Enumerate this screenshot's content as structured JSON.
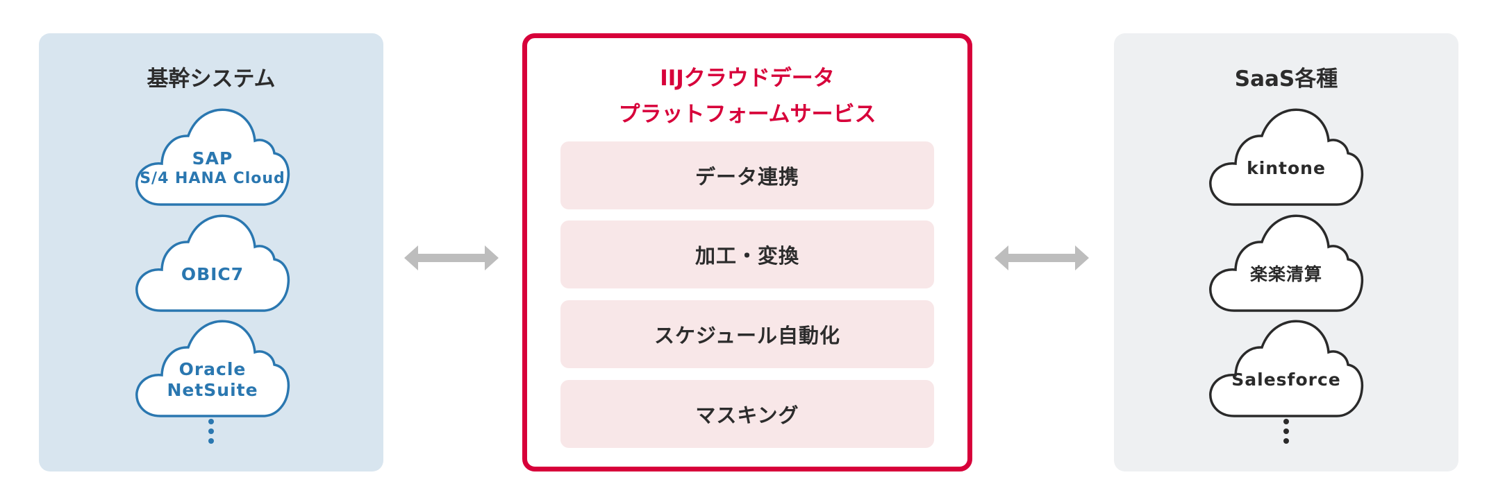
{
  "left": {
    "title": "基幹システム",
    "clouds": [
      {
        "lines": [
          "SAP",
          "S/4 HANA Cloud"
        ]
      },
      {
        "lines": [
          "OBIC7"
        ]
      },
      {
        "lines": [
          "Oracle",
          "NetSuite"
        ]
      }
    ]
  },
  "center": {
    "title_lines": [
      "IIJクラウドデータ",
      "プラットフォームサービス"
    ],
    "features": [
      "データ連携",
      "加工・変換",
      "スケジュール自動化",
      "マスキング"
    ]
  },
  "right": {
    "title": "SaaS各種",
    "clouds": [
      {
        "lines": [
          "kintone"
        ]
      },
      {
        "lines": [
          "楽楽清算"
        ]
      },
      {
        "lines": [
          "Salesforce"
        ]
      }
    ]
  },
  "colors": {
    "accent_red": "#d7003a",
    "cloud_blue": "#2a77b0",
    "left_panel_bg": "#d8e5ef",
    "right_panel_bg": "#eef0f2",
    "feature_bg": "#f8e7e8",
    "arrow_gray": "#bdbdbd"
  },
  "icons": [
    "cloud-icon",
    "double-arrow-icon",
    "vertical-ellipsis-icon"
  ]
}
